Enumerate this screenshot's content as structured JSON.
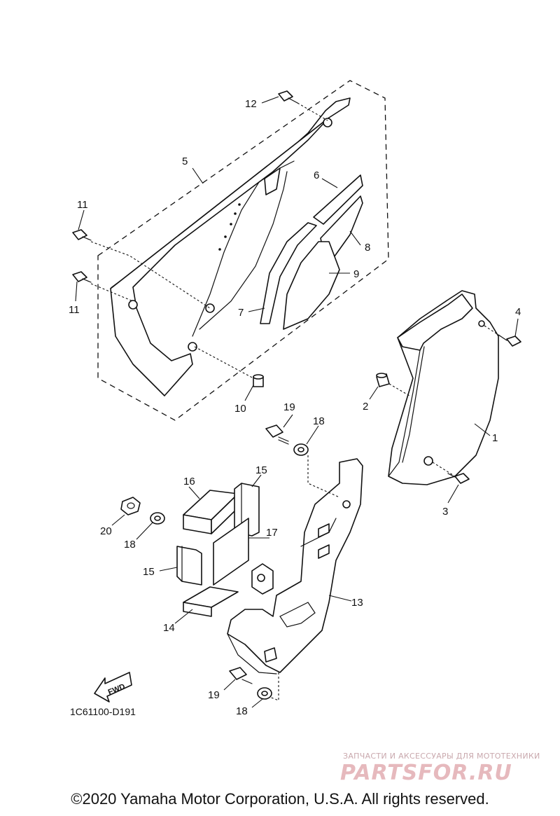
{
  "diagram": {
    "callouts": {
      "p1": "1",
      "p2": "2",
      "p3": "3",
      "p4": "4",
      "p5": "5",
      "p6": "6",
      "p7": "7",
      "p8": "8",
      "p9": "9",
      "p10": "10",
      "p11a": "11",
      "p11b": "11",
      "p12": "12",
      "p13": "13",
      "p14": "14",
      "p15a": "15",
      "p15b": "15",
      "p16": "16",
      "p17": "17",
      "p18a": "18",
      "p18b": "18",
      "p18c": "18",
      "p19a": "19",
      "p19b": "19",
      "p20": "20"
    },
    "fwd_label": "FWD",
    "diagram_code": "1C61100-D191"
  },
  "watermark": {
    "tagline": "ЗАПЧАСТИ И АКСЕССУАРЫ ДЛЯ МОТОТЕХНИКИ",
    "brand": "PARTSFOR.RU"
  },
  "footer": {
    "copyright": "©2020 Yamaha Motor Corporation, U.S.A. All rights reserved."
  }
}
